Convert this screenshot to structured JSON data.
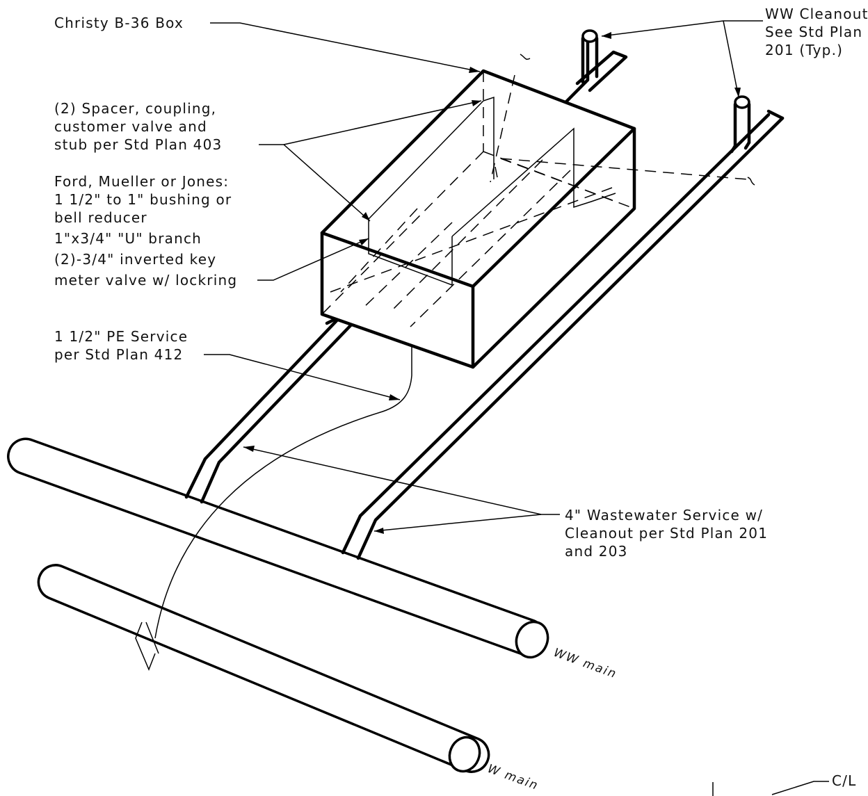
{
  "labels": {
    "box": "Christy B-36 Box",
    "spacer": [
      "(2) Spacer, coupling,",
      "customer valve and",
      "stub per Std Plan 403"
    ],
    "fittings": [
      "Ford, Mueller or Jones:",
      "1 1/2\" to 1\" bushing or",
      "bell reducer",
      "1\"x3/4\" \"U\" branch",
      "(2)-3/4\" inverted key",
      "meter valve w/ lockring"
    ],
    "pe_service": [
      "1 1/2\" PE Service",
      "per Std Plan 412"
    ],
    "cleanout": [
      "WW Cleanout,",
      "See Std Plan",
      "201 (Typ.)"
    ],
    "wastewater": [
      "4\" Wastewater Service w/",
      "Cleanout per Std Plan 201",
      "and 203"
    ],
    "ww_main": "WW main",
    "w_main": "W main",
    "cl": "C/L"
  }
}
